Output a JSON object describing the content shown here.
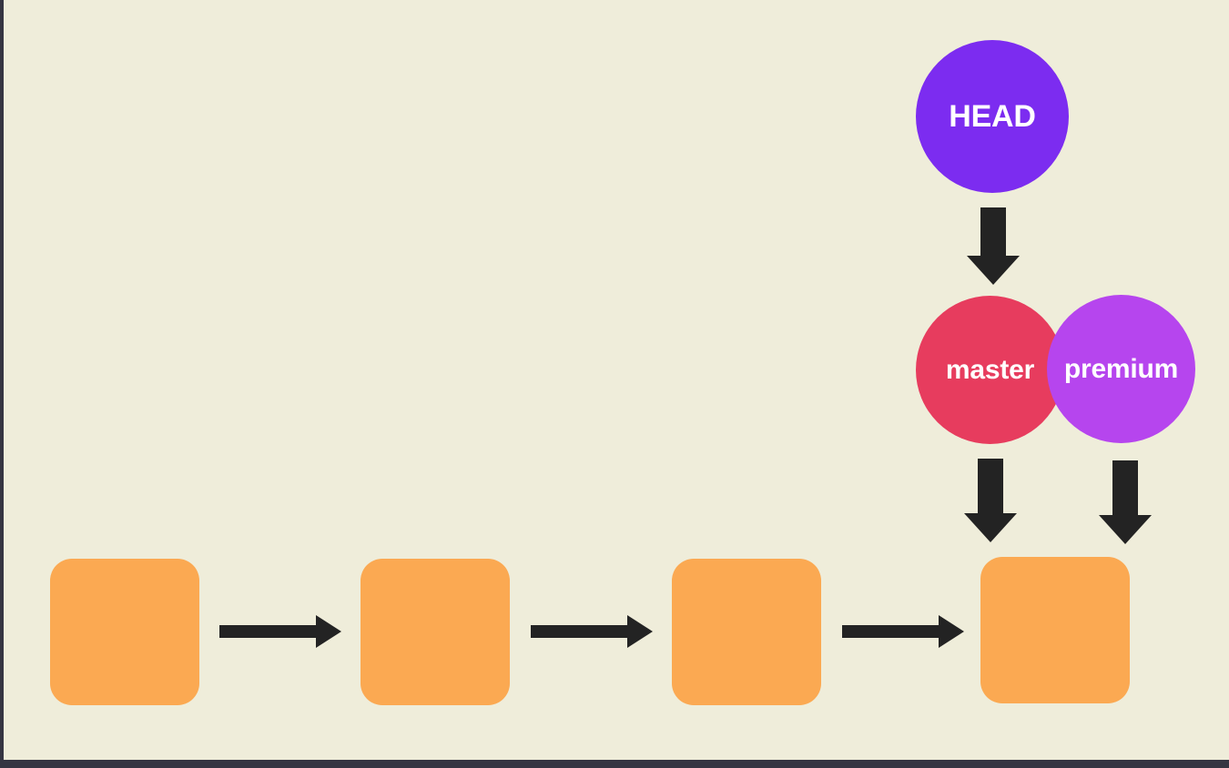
{
  "diagram": {
    "title": "Git branch pointer diagram",
    "background_color": "#EFEDDA",
    "border_color": "#353542",
    "arrow_color": "#232323"
  },
  "commits": {
    "box_color": "#FBA952",
    "items": [
      {
        "id": "commit-1",
        "label": ""
      },
      {
        "id": "commit-2",
        "label": ""
      },
      {
        "id": "commit-3",
        "label": ""
      },
      {
        "id": "commit-4",
        "label": ""
      }
    ]
  },
  "refs": {
    "head": {
      "label": "HEAD",
      "color": "#7C2CF0"
    },
    "master": {
      "label": "master",
      "color": "#E73C5E"
    },
    "premium": {
      "label": "premium",
      "color": "#B645EE"
    }
  },
  "arrows": {
    "commit_chain": [
      {
        "id": "arrow-commit-1-to-2",
        "label": ""
      },
      {
        "id": "arrow-commit-2-to-3",
        "label": ""
      },
      {
        "id": "arrow-commit-3-to-4",
        "label": ""
      }
    ],
    "pointers": [
      {
        "id": "arrow-head-to-master",
        "label": ""
      },
      {
        "id": "arrow-master-to-commit-4",
        "label": ""
      },
      {
        "id": "arrow-premium-to-commit-4",
        "label": ""
      }
    ]
  }
}
